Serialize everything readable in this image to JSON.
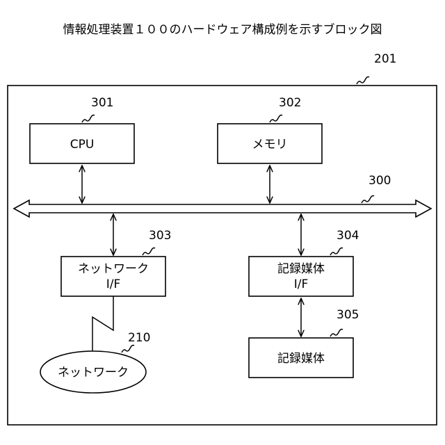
{
  "title": "情報処理装置１００のハードウェア構成例を示すブロック図",
  "system_ref": "201",
  "bus": {
    "ref": "300"
  },
  "components": {
    "cpu": {
      "label": "CPU",
      "ref": "301"
    },
    "memory": {
      "label": "メモリ",
      "ref": "302"
    },
    "network_if": {
      "line1": "ネットワーク",
      "line2": "I/F",
      "ref": "303"
    },
    "media_if": {
      "line1": "記録媒体",
      "line2": "I/F",
      "ref": "304"
    },
    "media": {
      "label": "記録媒体",
      "ref": "305"
    }
  },
  "network": {
    "label": "ネットワーク",
    "ref": "210"
  }
}
